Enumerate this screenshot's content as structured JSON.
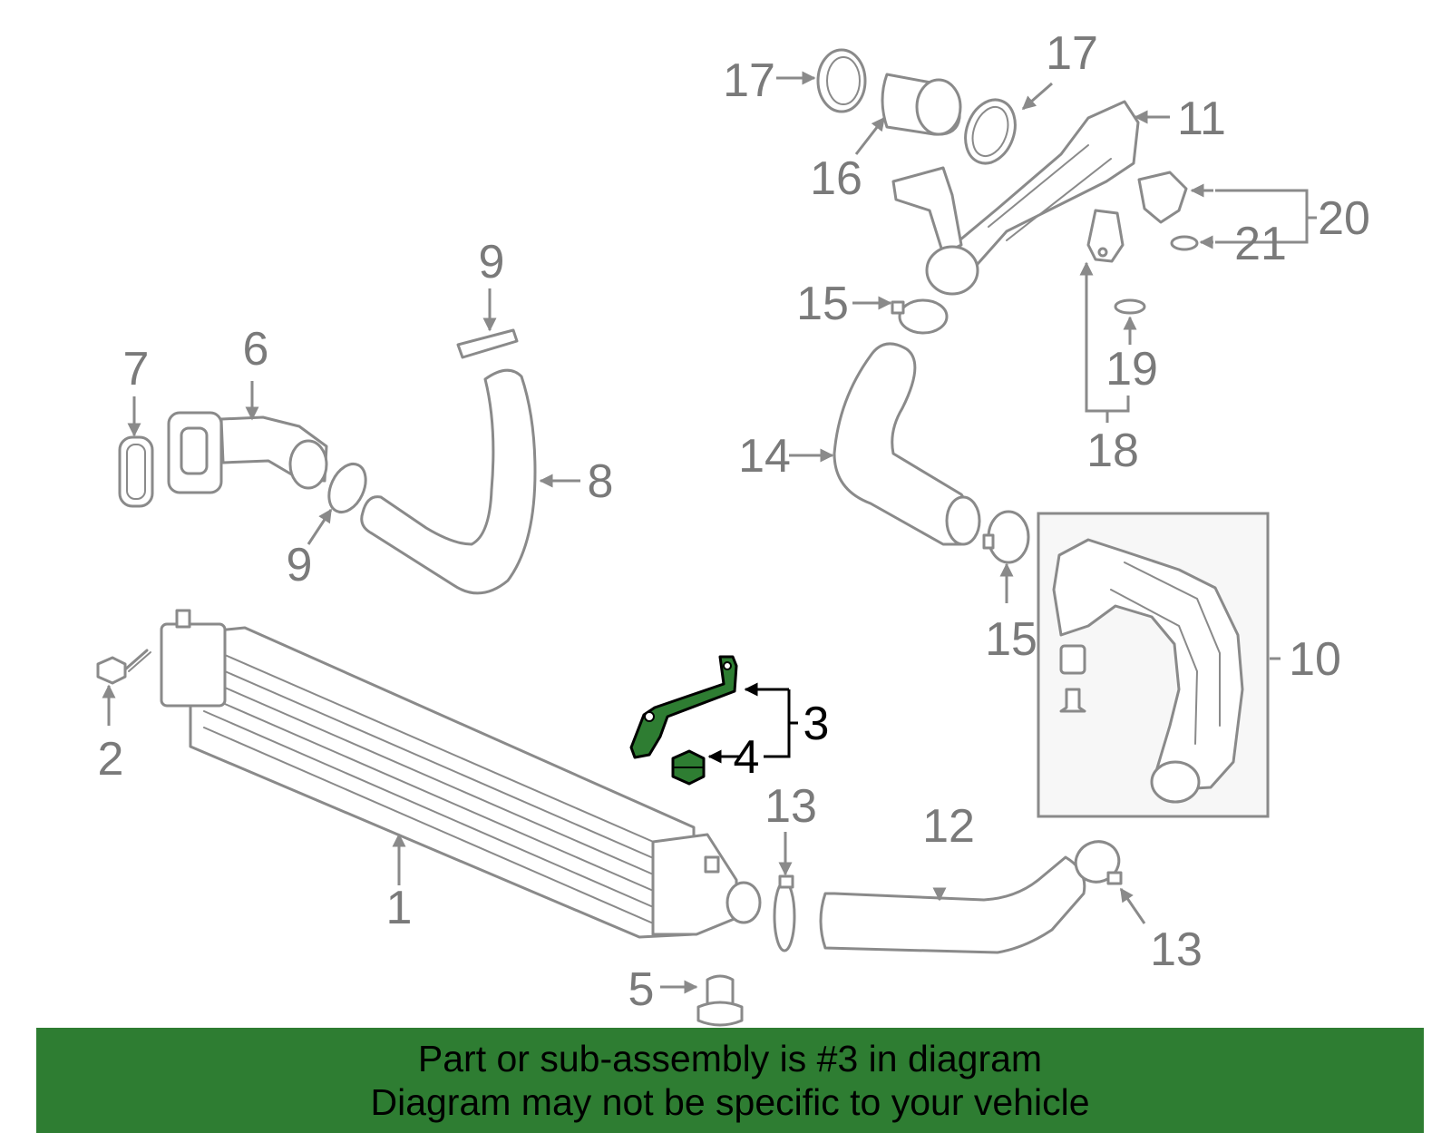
{
  "labels": {
    "p1": "1",
    "p2": "2",
    "p3": "3",
    "p4": "4",
    "p5": "5",
    "p6": "6",
    "p7": "7",
    "p8": "8",
    "p9a": "9",
    "p9b": "9",
    "p10": "10",
    "p11": "11",
    "p12": "12",
    "p13a": "13",
    "p13b": "13",
    "p14": "14",
    "p15a": "15",
    "p15b": "15",
    "p16": "16",
    "p17a": "17",
    "p17b": "17",
    "p18": "18",
    "p19": "19",
    "p20": "20",
    "p21": "21"
  },
  "highlight_color": "#2e7d32",
  "banner": {
    "line1": "Part or sub-assembly is #3 in diagram",
    "line2": "Diagram may not be specific to your vehicle"
  }
}
